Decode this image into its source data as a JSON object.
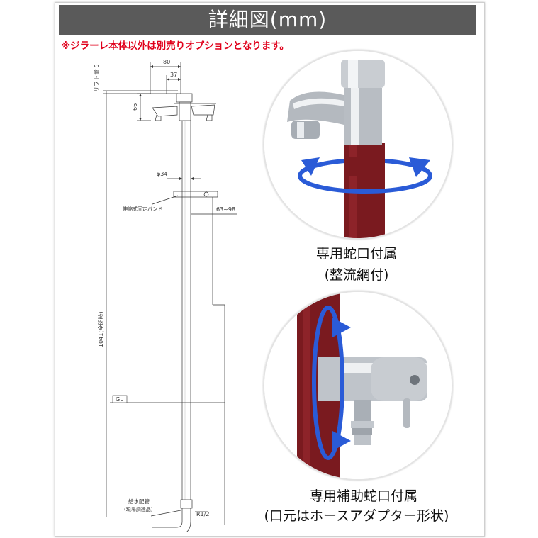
{
  "title": "詳細図(mm)",
  "notice": "※ジラーレ本体以外は別売りオプションとなります。",
  "drawing": {
    "lift_label": "リフト量 5",
    "dim_80": "80",
    "dim_37": "37",
    "dim_66": "66",
    "dim_phi34": "φ34",
    "band_label": "伸縮式固定バンド",
    "dim_63_98": "63~98",
    "total_height": "1041(全閉時)",
    "gl_label": "GL",
    "supply_label_1": "給水配管",
    "supply_label_2": "(現場調達品)",
    "r12_label": "R1/2"
  },
  "top_caption": {
    "line1": "専用蛇口付属",
    "line2": "(整流網付)"
  },
  "bottom_caption": {
    "line1": "専用補助蛇口付属",
    "line2": "(口元はホースアダプター形状)"
  },
  "colors": {
    "title_bg": "#5a5a5a",
    "notice": "#e0001b",
    "post": "#7a1a1f",
    "arrow": "#2a5bd7"
  }
}
